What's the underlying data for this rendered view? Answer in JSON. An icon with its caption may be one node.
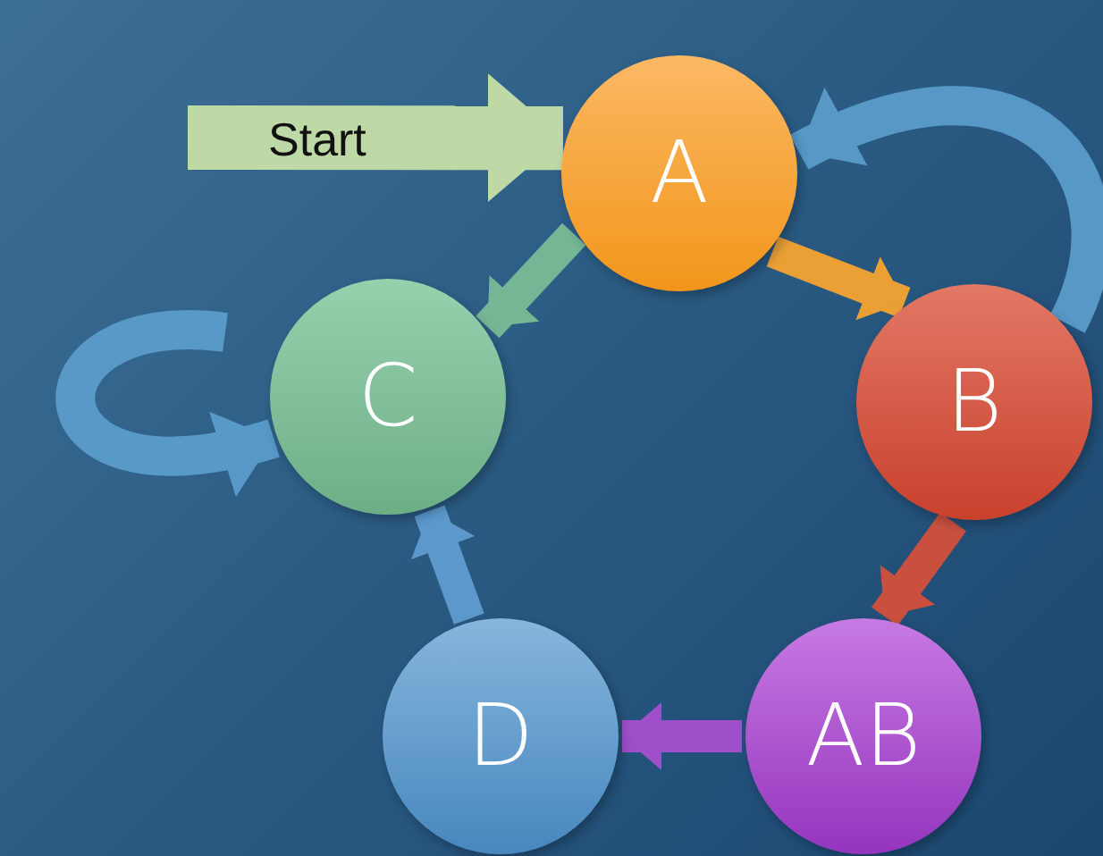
{
  "diagram": {
    "nodes": [
      {
        "text": [
          "A"
        ]
      },
      {
        "text": [
          "B"
        ]
      },
      {
        "text": [
          "C"
        ]
      },
      {
        "text": [
          "D"
        ]
      },
      {
        "text": [
          "AB"
        ]
      }
    ],
    "edges": [
      {
        "from": null,
        "to": 0,
        "arrow": "to",
        "label": "Start",
        "style": "thick",
        "color": "#c6e0a8"
      },
      {
        "from": 0,
        "to": 1,
        "arrow": "to",
        "color": "#f5a431"
      },
      {
        "from": 1,
        "to": 4,
        "arrow": "to",
        "color": "#d2503c"
      },
      {
        "from": 4,
        "to": 3,
        "arrow": "to",
        "color": "#a64fcf"
      },
      {
        "from": 3,
        "to": 2,
        "arrow": "to",
        "color": "#5f9cd0"
      },
      {
        "from": 0,
        "to": 2,
        "arrow": "to",
        "color": "#79bc96"
      },
      {
        "from": 1,
        "to": 0,
        "arrow": "to",
        "color": "#5a9ccb"
      },
      {
        "from": null,
        "to": 2,
        "arrow": "to",
        "color": "#5a9ccb"
      }
    ]
  }
}
